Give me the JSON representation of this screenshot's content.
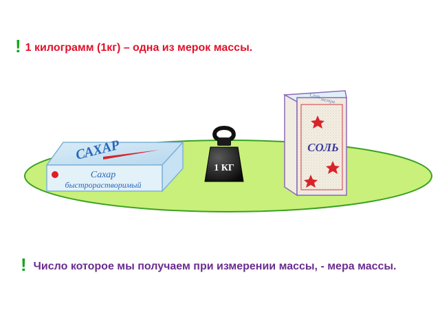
{
  "heading": {
    "mark": "!",
    "text": "1 килограмм (1кг) – одна из мерок массы."
  },
  "scene": {
    "sugar": {
      "lid_text": "САХАР",
      "side_title": "Сахар",
      "side_subtitle": "быстрорастворимый"
    },
    "weight": {
      "label": "1 КГ"
    },
    "salt": {
      "top_text_1": "Соль",
      "top_text_2": "экстра",
      "front_text": "СОЛЬ"
    },
    "colors": {
      "heading": "#e0102a",
      "exclamation": "#1aa321",
      "statement": "#6a2c8e",
      "platform": "#c8f07a"
    }
  },
  "statement": {
    "mark": "!",
    "text": "Число которое мы получаем при измерении массы, - мера  массы."
  }
}
